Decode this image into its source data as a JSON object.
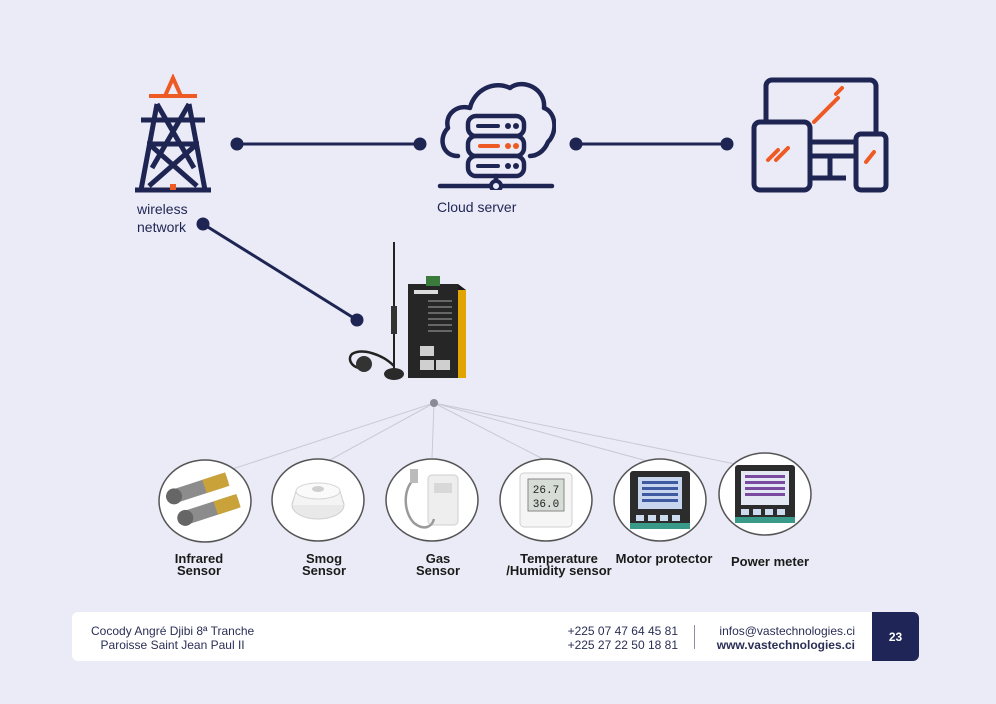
{
  "nodes": {
    "wireless": {
      "line1": "wireless",
      "line2": "network"
    },
    "cloud": {
      "label": "Cloud server"
    }
  },
  "sensors": [
    {
      "line1": "Infrared",
      "line2": "Sensor"
    },
    {
      "line1": "Smog",
      "line2": "Sensor"
    },
    {
      "line1": "Gas",
      "line2": "Sensor"
    },
    {
      "line1": "Temperature",
      "line2": "/Humidity sensor"
    },
    {
      "line1": "Motor protector",
      "line2": ""
    },
    {
      "line1": "Power meter",
      "line2": ""
    }
  ],
  "thermo": {
    "temp": "26.7",
    "hum": "36.0"
  },
  "colors": {
    "navy": "#1e2553",
    "orange": "#ee5a24",
    "background": "#ebebf7"
  },
  "footer": {
    "address_line1": "Cocody Angré Djibi 8ª Tranche",
    "address_line2": "Paroisse Saint Jean Paul II",
    "phone1": "+225 07 47 64 45 81",
    "phone2": "+225 27 22 50 18 81",
    "email": "infos@vastechnologies.ci",
    "website": "www.vastechnologies.ci",
    "page_number": "23"
  }
}
